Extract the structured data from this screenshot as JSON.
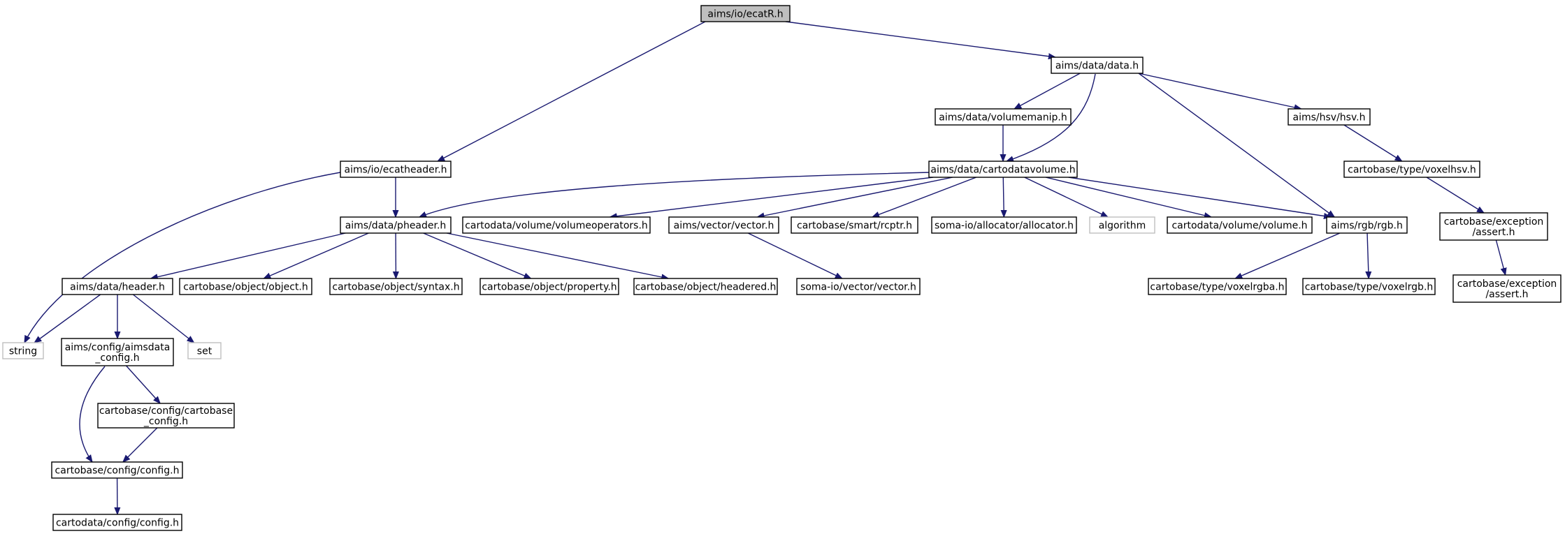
{
  "diagram": {
    "type": "include-dependency-graph",
    "nodes": [
      {
        "id": "ecatR",
        "lines": [
          "aims/io/ecatR.h"
        ],
        "kind": "root"
      },
      {
        "id": "datah",
        "lines": [
          "aims/data/data.h"
        ],
        "kind": "normal"
      },
      {
        "id": "ecatheader",
        "lines": [
          "aims/io/ecatheader.h"
        ],
        "kind": "normal"
      },
      {
        "id": "volumemanip",
        "lines": [
          "aims/data/volumemanip.h"
        ],
        "kind": "normal"
      },
      {
        "id": "hsv",
        "lines": [
          "aims/hsv/hsv.h"
        ],
        "kind": "normal"
      },
      {
        "id": "cartodatavolume",
        "lines": [
          "aims/data/cartodatavolume.h"
        ],
        "kind": "normal"
      },
      {
        "id": "voxelhsv",
        "lines": [
          "cartobase/type/voxelhsv.h"
        ],
        "kind": "normal"
      },
      {
        "id": "pheader",
        "lines": [
          "aims/data/pheader.h"
        ],
        "kind": "normal"
      },
      {
        "id": "volumeoperators",
        "lines": [
          "cartodata/volume/volumeoperators.h"
        ],
        "kind": "normal"
      },
      {
        "id": "vectorh",
        "lines": [
          "aims/vector/vector.h"
        ],
        "kind": "normal"
      },
      {
        "id": "rcptr",
        "lines": [
          "cartobase/smart/rcptr.h"
        ],
        "kind": "normal"
      },
      {
        "id": "allocator",
        "lines": [
          "soma-io/allocator/allocator.h"
        ],
        "kind": "normal"
      },
      {
        "id": "algorithm",
        "lines": [
          "algorithm"
        ],
        "kind": "external"
      },
      {
        "id": "volumeh",
        "lines": [
          "cartodata/volume/volume.h"
        ],
        "kind": "normal"
      },
      {
        "id": "rgb",
        "lines": [
          "aims/rgb/rgb.h"
        ],
        "kind": "normal"
      },
      {
        "id": "assert1",
        "lines": [
          "cartobase/exception",
          "/assert.h"
        ],
        "kind": "normal"
      },
      {
        "id": "headerh",
        "lines": [
          "aims/data/header.h"
        ],
        "kind": "normal"
      },
      {
        "id": "objecth",
        "lines": [
          "cartobase/object/object.h"
        ],
        "kind": "normal"
      },
      {
        "id": "syntax",
        "lines": [
          "cartobase/object/syntax.h"
        ],
        "kind": "normal"
      },
      {
        "id": "property",
        "lines": [
          "cartobase/object/property.h"
        ],
        "kind": "normal"
      },
      {
        "id": "headered",
        "lines": [
          "cartobase/object/headered.h"
        ],
        "kind": "normal"
      },
      {
        "id": "somavector",
        "lines": [
          "soma-io/vector/vector.h"
        ],
        "kind": "normal"
      },
      {
        "id": "voxelrgba",
        "lines": [
          "cartobase/type/voxelrgba.h"
        ],
        "kind": "normal"
      },
      {
        "id": "voxelrgb",
        "lines": [
          "cartobase/type/voxelrgb.h"
        ],
        "kind": "normal"
      },
      {
        "id": "assert2",
        "lines": [
          "cartobase/exception",
          "/assert.h"
        ],
        "kind": "normal"
      },
      {
        "id": "string",
        "lines": [
          "string"
        ],
        "kind": "external"
      },
      {
        "id": "aimsdataconfig",
        "lines": [
          "aims/config/aimsdata",
          "_config.h"
        ],
        "kind": "normal"
      },
      {
        "id": "set",
        "lines": [
          "set"
        ],
        "kind": "external"
      },
      {
        "id": "cbconfig",
        "lines": [
          "cartobase/config/cartobase",
          "_config.h"
        ],
        "kind": "normal"
      },
      {
        "id": "configh",
        "lines": [
          "cartobase/config/config.h"
        ],
        "kind": "normal"
      },
      {
        "id": "cdconfig",
        "lines": [
          "cartodata/config/config.h"
        ],
        "kind": "normal"
      }
    ],
    "edges": [
      [
        "ecatR",
        "ecatheader"
      ],
      [
        "ecatR",
        "datah"
      ],
      [
        "datah",
        "volumemanip"
      ],
      [
        "datah",
        "cartodatavolume"
      ],
      [
        "datah",
        "hsv"
      ],
      [
        "datah",
        "rgb"
      ],
      [
        "volumemanip",
        "cartodatavolume"
      ],
      [
        "hsv",
        "voxelhsv"
      ],
      [
        "voxelhsv",
        "assert1"
      ],
      [
        "assert1",
        "assert2"
      ],
      [
        "ecatheader",
        "pheader"
      ],
      [
        "ecatheader",
        "string"
      ],
      [
        "cartodatavolume",
        "pheader"
      ],
      [
        "cartodatavolume",
        "volumeoperators"
      ],
      [
        "cartodatavolume",
        "vectorh"
      ],
      [
        "cartodatavolume",
        "rcptr"
      ],
      [
        "cartodatavolume",
        "allocator"
      ],
      [
        "cartodatavolume",
        "algorithm"
      ],
      [
        "cartodatavolume",
        "volumeh"
      ],
      [
        "cartodatavolume",
        "rgb"
      ],
      [
        "pheader",
        "headerh"
      ],
      [
        "pheader",
        "objecth"
      ],
      [
        "pheader",
        "syntax"
      ],
      [
        "pheader",
        "property"
      ],
      [
        "pheader",
        "headered"
      ],
      [
        "vectorh",
        "somavector"
      ],
      [
        "rgb",
        "voxelrgba"
      ],
      [
        "rgb",
        "voxelrgb"
      ],
      [
        "headerh",
        "string"
      ],
      [
        "headerh",
        "aimsdataconfig"
      ],
      [
        "headerh",
        "set"
      ],
      [
        "aimsdataconfig",
        "cbconfig"
      ],
      [
        "aimsdataconfig",
        "configh"
      ],
      [
        "cbconfig",
        "configh"
      ],
      [
        "configh",
        "cdconfig"
      ]
    ]
  }
}
